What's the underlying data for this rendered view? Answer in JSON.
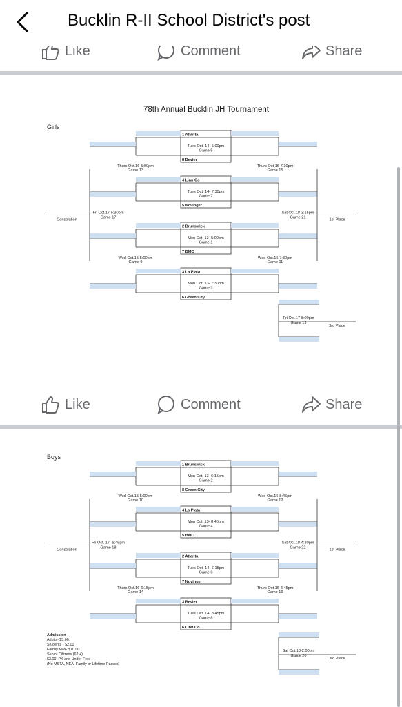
{
  "header": {
    "title": "Bucklin R-II School District's post",
    "back_icon": "chevron-left-icon"
  },
  "actions": {
    "like": "Like",
    "comment": "Comment",
    "share": "Share"
  },
  "girls": {
    "heading": "78th Annual Bucklin JH Tournament",
    "section": "Girls",
    "teams": [
      "1 Atlanta",
      "8 Bevier",
      "4 Linn Co",
      "5 Novinger",
      "2 Brunswick",
      "7 BMC",
      "3 La Plata",
      "6 Green City"
    ],
    "first_round": [
      {
        "date": "Tues Oct. 14- 5:00pm",
        "game": "Game 5"
      },
      {
        "date": "Tues Oct. 14- 7:30pm",
        "game": "Game 7"
      },
      {
        "date": "Mon Oct. 13- 5:00pm",
        "game": "Game 1"
      },
      {
        "date": "Mon Oct. 13- 7:30pm",
        "game": "Game 3"
      }
    ],
    "left_second": [
      {
        "date": "Thurs Oct.16-5:00pm",
        "game": "Game 13"
      },
      {
        "date": "Wed Oct.15-5:00pm",
        "game": "Game 9"
      }
    ],
    "right_second": [
      {
        "date": "Thurs Oct.16-7:30pm",
        "game": "Game 15"
      },
      {
        "date": "Wed Oct.15-7:30pm",
        "game": "Game 11"
      }
    ],
    "consolation_game": {
      "date": "Fri Oct.17-5:30pm",
      "game": "Game 17"
    },
    "final_game": {
      "date": "Sat Oct.18-3:15pm",
      "game": "Game 21"
    },
    "third_game": {
      "date": "Fri Oct.17-8:00pm",
      "game": "Game 19"
    },
    "consolation_label": "Consolation",
    "first_label": "1st Place",
    "third_label": "3rd Place"
  },
  "boys": {
    "section": "Boys",
    "teams": [
      "1 Brunswick",
      "8 Green City",
      "4 La Plata",
      "5 BMC",
      "2 Atlanta",
      "7 Novinger",
      "3 Bevier",
      "6 Linn Co"
    ],
    "first_round": [
      {
        "date": "Mon Oct. 13- 6:15pm",
        "game": "Game 2"
      },
      {
        "date": "Mon Oct. 13- 8:45pm",
        "game": "Game 4"
      },
      {
        "date": "Tues Oct. 14- 6:15pm",
        "game": "Game 6"
      },
      {
        "date": "Tues Oct. 14- 8:45pm",
        "game": "Game 8"
      }
    ],
    "left_second": [
      {
        "date": "Wed Oct.15-5:00pm",
        "game": "Game 10"
      },
      {
        "date": "Thurs Oct.16-6:15pm",
        "game": "Game 14"
      }
    ],
    "right_second": [
      {
        "date": "Wed Oct.15-8:45pm",
        "game": "Game 12"
      },
      {
        "date": "Thurs Oct.16-8:45pm",
        "game": "Game 16"
      }
    ],
    "consolation_game": {
      "date": "Fri Oct. 17- 6:45pm",
      "game": "Game 18"
    },
    "final_game": {
      "date": "Sat Oct.18-4:30pm",
      "game": "Game 22"
    },
    "third_game": {
      "date": "Sat Oct.18-2:00pm",
      "game": "Game 20"
    },
    "consolation_label": "Consolation",
    "first_label": "1st Place",
    "third_label": "3rd Place",
    "admission": [
      "Admission",
      "Adults- $5.00;",
      "Students - $2.00",
      "Family Max- $10.00",
      "Senior Citizens (62 +)",
      "$3.00; PK and Under-Free",
      "(No MSTA, NEA, Family or Lifetime Passes)"
    ]
  },
  "colors": {
    "band": "#cfe0f2",
    "line": "#333333",
    "divider": "#c9ccd1",
    "muted": "#65676b"
  }
}
